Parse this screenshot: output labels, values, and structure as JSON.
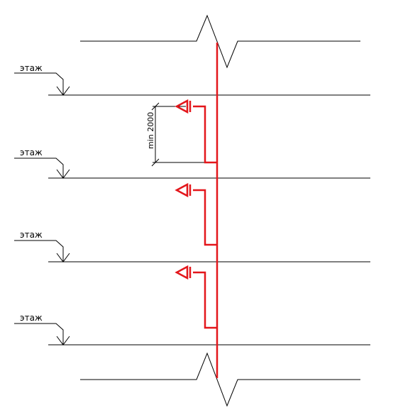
{
  "floor_label": "этаж",
  "dimension_label": "min 2000",
  "colors": {
    "riser": "#e3161b",
    "lines": "#000000",
    "background": "#ffffff"
  },
  "floors_count": 4,
  "outlet_icon": "fire-hydrant-valve-icon"
}
